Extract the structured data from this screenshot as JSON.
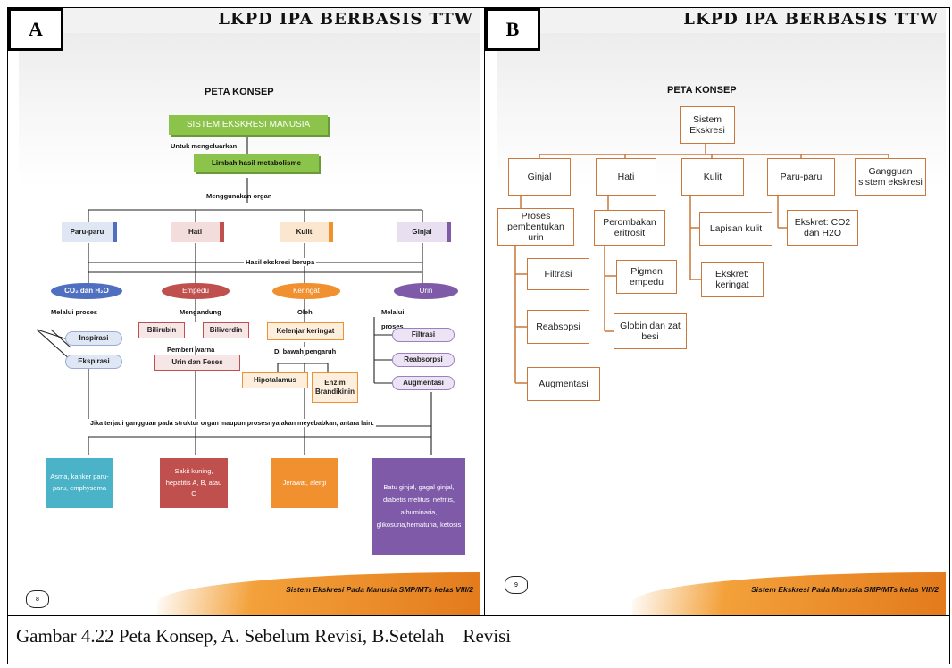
{
  "caption": "Gambar 4.22 Peta Konsep, A. Sebelum Revisi, B.Setelah    Revisi",
  "panel_a": {
    "letter": "A",
    "header": "LKPD IPA BERBASIS TTW",
    "title": "PETA KONSEP",
    "root": "SISTEM EKSKRESI MANUSIA",
    "link_untuk": "Untuk mengeluarkan",
    "limbah": "Limbah hasil metabolisme",
    "link_organ": "Menggunakan  organ",
    "organs": [
      "Paru-paru",
      "Hati",
      "Kulit",
      "Ginjal"
    ],
    "link_hasil": "Hasil ekskresi berupa",
    "products": [
      "CO₂ dan H₂O",
      "Empedu",
      "Keringat",
      "Urin"
    ],
    "link_proses": "Melalui proses",
    "link_mengandung": "Mengandung",
    "link_oleh": "Oleh",
    "link_melalui": "Melalui",
    "link_proses2": "proses",
    "inspirasi": "Inspirasi",
    "ekspirasi": "Ekspirasi",
    "bilirubin": "Bilirubin",
    "biliverdin": "Biliverdin",
    "link_pemberi": "Pemberi     warna",
    "urin_feses": "Urin dan Feses",
    "kelenjar": "Kelenjar keringat",
    "link_dibawah": "Di bawah pengaruh",
    "hipotalamus": "Hipotalamus",
    "enzim": "Enzim Brandikinin",
    "filtrasi": "Filtrasi",
    "reabsorpsi": "Reabsorpsi",
    "augmentasi": "Augmentasi",
    "link_gangguan": "Jika terjadi gangguan pada  struktur organ maupun prosesnya  akan meyebabkan,  antara lain:",
    "diseases": [
      "Asma, kanker paru-paru, emphysema",
      "Sakit kuning, hepatitis A, B, atau C",
      "Jerawat, alergi",
      "Batu ginjal, gagal ginjal, diabetis melitus, nefritis, albuminaria, glikosuria,hematuria, ketosis"
    ],
    "footer": "Sistem Ekskresi Pada Manusia SMP/MTs kelas VIII/2",
    "page_number": "8"
  },
  "panel_b": {
    "letter": "B",
    "header": "LKPD IPA BERBASIS TTW",
    "title": "PETA KONSEP",
    "root": "Sistem Ekskresi",
    "level1": [
      "Ginjal",
      "Hati",
      "Kulit",
      "Paru-paru",
      "Gangguan sistem ekskresi"
    ],
    "ginjal_sub": "Proses pembentukan urin",
    "ginjal_items": [
      "Filtrasi",
      "Reabsopsi",
      "Augmentasi"
    ],
    "hati_sub": "Perombakan eritrosit",
    "hati_items": [
      "Pigmen empedu",
      "Globin dan zat besi"
    ],
    "kulit_items": [
      "Lapisan kulit",
      "Ekskret: keringat"
    ],
    "paru_item": "Ekskret: CO2 dan H2O",
    "footer": "Sistem Ekskresi Pada Manusia SMP/MTs kelas VIII/2",
    "page_number": "9"
  },
  "colors": {
    "border_orange": "#c9773a",
    "green": "#8cc34a",
    "blue": "#4f6fc0",
    "red": "#c0504d",
    "orange": "#f0902e",
    "purple": "#7e5aa8",
    "teal": "#4bb3c8"
  }
}
